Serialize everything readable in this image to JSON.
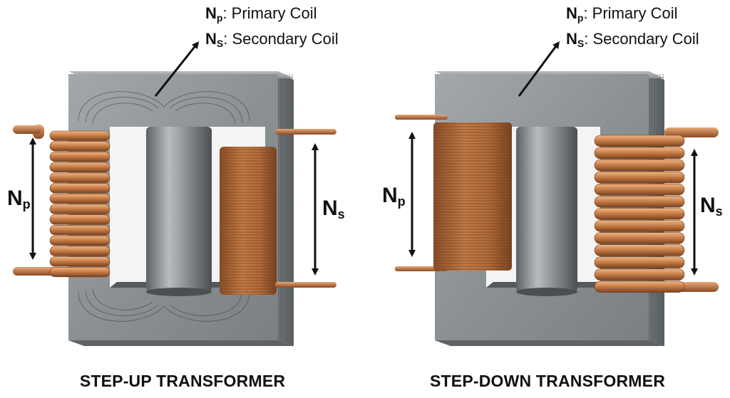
{
  "diagrams": [
    {
      "id": "step-up",
      "legend": {
        "primary_symbol": "N",
        "primary_sub": "p",
        "primary_text": ": Primary Coil",
        "secondary_symbol": "N",
        "secondary_sub": "S",
        "secondary_text": ": Secondary Coil"
      },
      "left_label": {
        "symbol": "N",
        "sub": "p"
      },
      "right_label": {
        "symbol": "N",
        "sub": "s"
      },
      "caption": "STEP-UP TRANSFORMER"
    },
    {
      "id": "step-down",
      "legend": {
        "primary_symbol": "N",
        "primary_sub": "p",
        "primary_text": ": Primary Coil",
        "secondary_symbol": "N",
        "secondary_sub": "S",
        "secondary_text": ": Secondary Coil"
      },
      "left_label": {
        "symbol": "N",
        "sub": "p"
      },
      "right_label": {
        "symbol": "N",
        "sub": "s"
      },
      "caption": "STEP-DOWN TRANSFORMER"
    }
  ],
  "colors": {
    "core": "#8f9396",
    "copper": "#b8703e",
    "background": "#ffffff"
  }
}
